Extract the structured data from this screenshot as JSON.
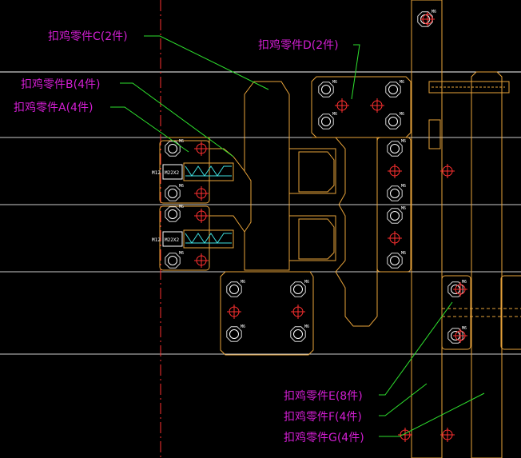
{
  "drawing": {
    "colors": {
      "background": "#000000",
      "outline": "#e8a33a",
      "reference_line": "#ffffff",
      "centerline": "#ff3030",
      "leader": "#2ee02e",
      "spring": "#3fe0e0",
      "callout_text": "#d21ed2"
    },
    "callouts": [
      {
        "id": "C",
        "text": "扣鸡零件C(2件)"
      },
      {
        "id": "D",
        "text": "扣鸡零件D(2件)"
      },
      {
        "id": "B",
        "text": "扣鸡零件B(4件)"
      },
      {
        "id": "A",
        "text": "扣鸡零件A(4件)"
      },
      {
        "id": "E",
        "text": "扣鸡零件E(8件)"
      },
      {
        "id": "F",
        "text": "扣鸡零件F(4件)"
      },
      {
        "id": "G",
        "text": "扣鸡零件G(4件)"
      }
    ],
    "hole_label": "M6",
    "thread_label": "M12",
    "spring_label": "M22X2"
  }
}
